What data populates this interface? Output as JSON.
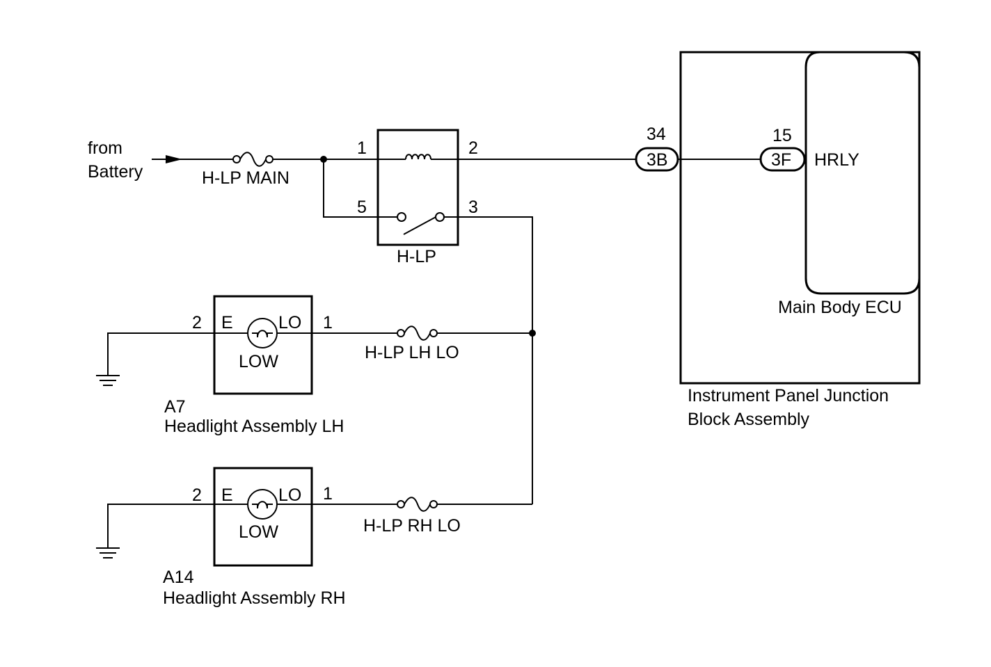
{
  "source": {
    "label_line1": "from",
    "label_line2": "Battery"
  },
  "fuses": {
    "main": "H-LP MAIN",
    "lh_lo": "H-LP LH LO",
    "rh_lo": "H-LP RH LO"
  },
  "relay": {
    "name": "H-LP",
    "pin_coil_in": "1",
    "pin_coil_out": "2",
    "pin_switch_in": "5",
    "pin_switch_out": "3"
  },
  "junction_block": {
    "name_line1": "Instrument Panel Junction",
    "name_line2": "Block Assembly",
    "connector": "3B",
    "connector_pin": "34"
  },
  "ecu": {
    "name": "Main Body ECU",
    "connector": "3F",
    "connector_pin": "15",
    "terminal": "HRLY"
  },
  "headlight_lh": {
    "code": "A7",
    "name": "Headlight Assembly LH",
    "terminal_e": "E",
    "terminal_lo": "LO",
    "pin_ground": "2",
    "pin_lo": "1",
    "bulb_label": "LOW"
  },
  "headlight_rh": {
    "code": "A14",
    "name": "Headlight Assembly RH",
    "terminal_e": "E",
    "terminal_lo": "LO",
    "pin_ground": "2",
    "pin_lo": "1",
    "bulb_label": "LOW"
  }
}
